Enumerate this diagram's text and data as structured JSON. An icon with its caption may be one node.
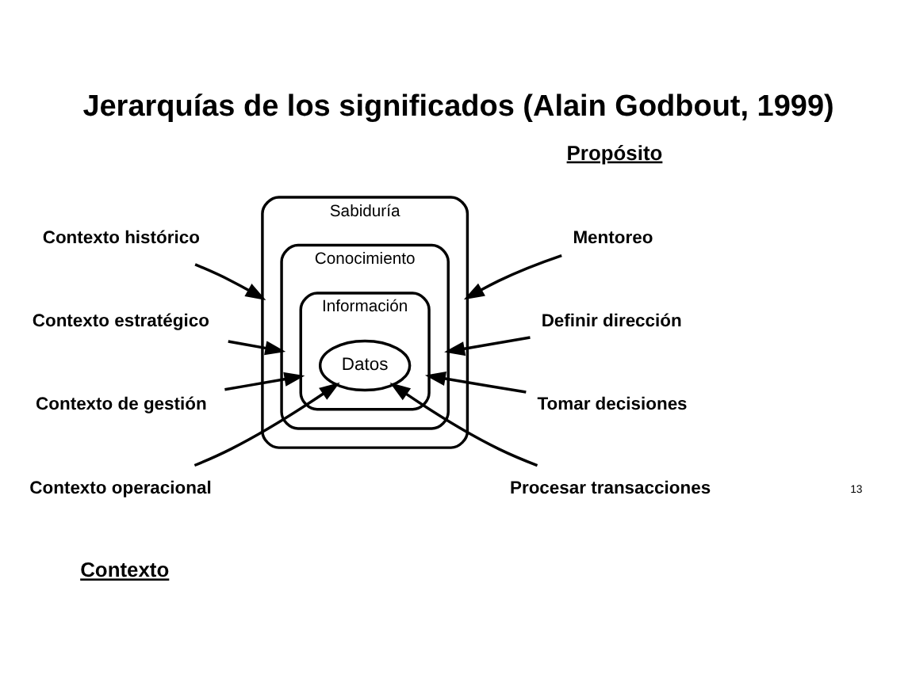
{
  "diagram": {
    "title": "Jerarquías de los significados (Alain Godbout, 1999)",
    "nodes": [
      {
        "text": [
          "Sabiduría"
        ]
      },
      {
        "text": [
          "Conocimiento"
        ],
        "in": 0
      },
      {
        "text": [
          "Información"
        ],
        "in": 1
      },
      {
        "text": [
          "Datos"
        ],
        "in": 2
      },
      {
        "text": [
          "Contexto histórico"
        ]
      },
      {
        "text": [
          "Contexto estratégico"
        ]
      },
      {
        "text": [
          "Contexto de gestión"
        ]
      },
      {
        "text": [
          "Contexto operacional"
        ]
      },
      {
        "text": [
          "Mentoreo"
        ]
      },
      {
        "text": [
          "Definir dirección"
        ]
      },
      {
        "text": [
          "Tomar decisiones"
        ]
      },
      {
        "text": [
          "Procesar transacciones"
        ]
      }
    ],
    "edges": [
      {
        "from": 4,
        "to": 0,
        "arrow": "to"
      },
      {
        "from": 5,
        "to": 1,
        "arrow": "to"
      },
      {
        "from": 6,
        "to": 2,
        "arrow": "to"
      },
      {
        "from": 7,
        "to": 3,
        "arrow": "to"
      },
      {
        "from": 8,
        "to": 0,
        "arrow": "to"
      },
      {
        "from": 9,
        "to": 1,
        "arrow": "to"
      },
      {
        "from": 10,
        "to": 2,
        "arrow": "to"
      },
      {
        "from": 11,
        "to": 3,
        "arrow": "to"
      }
    ],
    "labels": [
      "Contexto",
      "Propósito",
      "13"
    ]
  }
}
